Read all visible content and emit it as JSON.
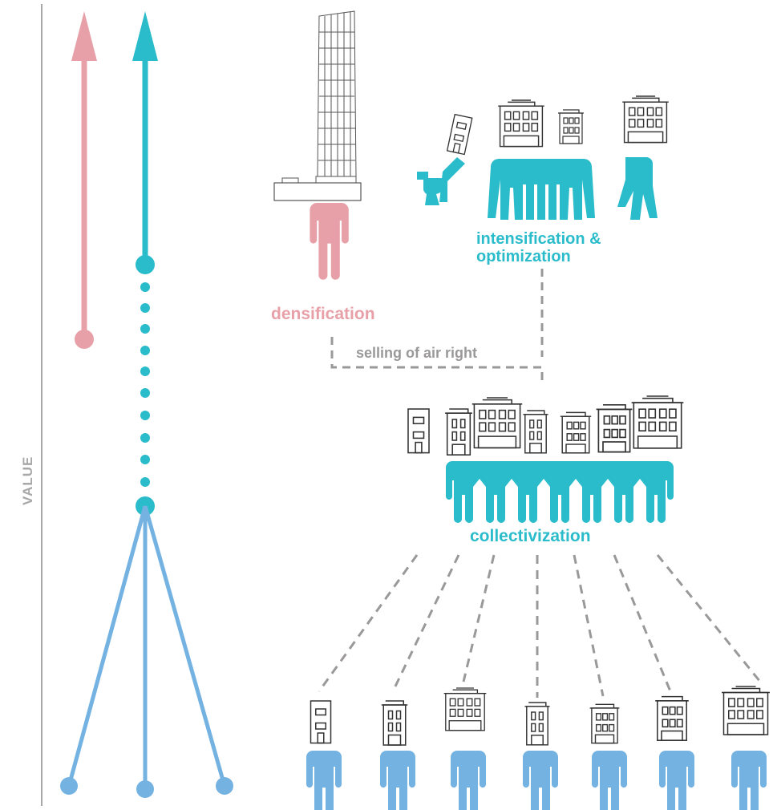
{
  "axis": {
    "label": "VALUE"
  },
  "labels": {
    "densification": "densification",
    "intensification_line1": "intensification &",
    "intensification_line2": "optimization",
    "air_right": "selling of air right",
    "collectivization": "collectivization"
  },
  "colors": {
    "pink": "#e8a0a8",
    "teal": "#2bbccc",
    "blue": "#74b2e2",
    "gray_dash": "#9a9898",
    "axis": "#8c8c8c",
    "building": "#333333"
  },
  "groups": {
    "individuals_count": 7,
    "collective_count": 7,
    "optimized_count": 4
  }
}
